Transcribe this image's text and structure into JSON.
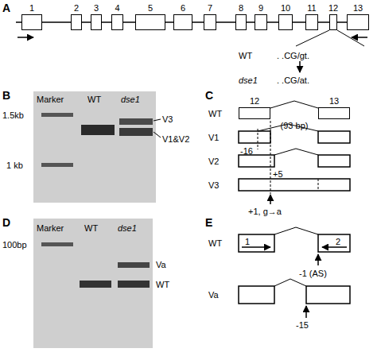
{
  "diagram": {
    "nodes": [
      {
        "text": [
          "1"
        ]
      },
      {
        "text": [
          "2"
        ]
      },
      {
        "text": [
          "3"
        ]
      },
      {
        "text": [
          "4"
        ]
      },
      {
        "text": [
          "5"
        ]
      },
      {
        "text": [
          "6"
        ]
      },
      {
        "text": [
          "7"
        ]
      },
      {
        "text": [
          "8"
        ]
      },
      {
        "text": [
          "9"
        ]
      },
      {
        "text": [
          "10"
        ]
      },
      {
        "text": [
          "11"
        ]
      },
      {
        "text": [
          "12"
        ]
      },
      {
        "text": [
          "13"
        ]
      },
      {
        "text": [
          "12"
        ]
      },
      {
        "text": [
          "13"
        ]
      }
    ],
    "edges": [
      {
        "from": 0,
        "to": 1,
        "arrow": "none"
      },
      {
        "from": 1,
        "to": 2,
        "arrow": "none"
      },
      {
        "from": 2,
        "to": 3,
        "arrow": "none"
      },
      {
        "from": 3,
        "to": 4,
        "arrow": "none"
      },
      {
        "from": 4,
        "to": 5,
        "arrow": "none"
      },
      {
        "from": 5,
        "to": 6,
        "arrow": "none"
      },
      {
        "from": 6,
        "to": 7,
        "arrow": "none"
      },
      {
        "from": 7,
        "to": 8,
        "arrow": "none"
      },
      {
        "from": 8,
        "to": 9,
        "arrow": "none"
      },
      {
        "from": 9,
        "to": 10,
        "arrow": "none"
      },
      {
        "from": 10,
        "to": 11,
        "arrow": "none"
      },
      {
        "from": 11,
        "to": 12,
        "arrow": "none"
      },
      {
        "from": 13,
        "to": 14,
        "arrow": "none",
        "label": "(93 bp)"
      }
    ],
    "labels": [
      "A",
      "WT",
      ". .CG/gt.",
      "dse1",
      ". .CG/at.",
      "B",
      "Marker",
      "WT",
      "dse1",
      "1.5kb",
      "1 kb",
      "V3",
      "V1&V2",
      "C",
      "WT",
      "V1",
      "V2",
      "V3",
      "-16",
      "+5",
      "+1, g→a",
      "D",
      "Marker",
      "WT",
      "dse1",
      "100bp",
      "Va",
      "WT",
      "E",
      "WT",
      "1",
      "2",
      "-1 (AS)",
      "Va",
      "-15"
    ]
  }
}
